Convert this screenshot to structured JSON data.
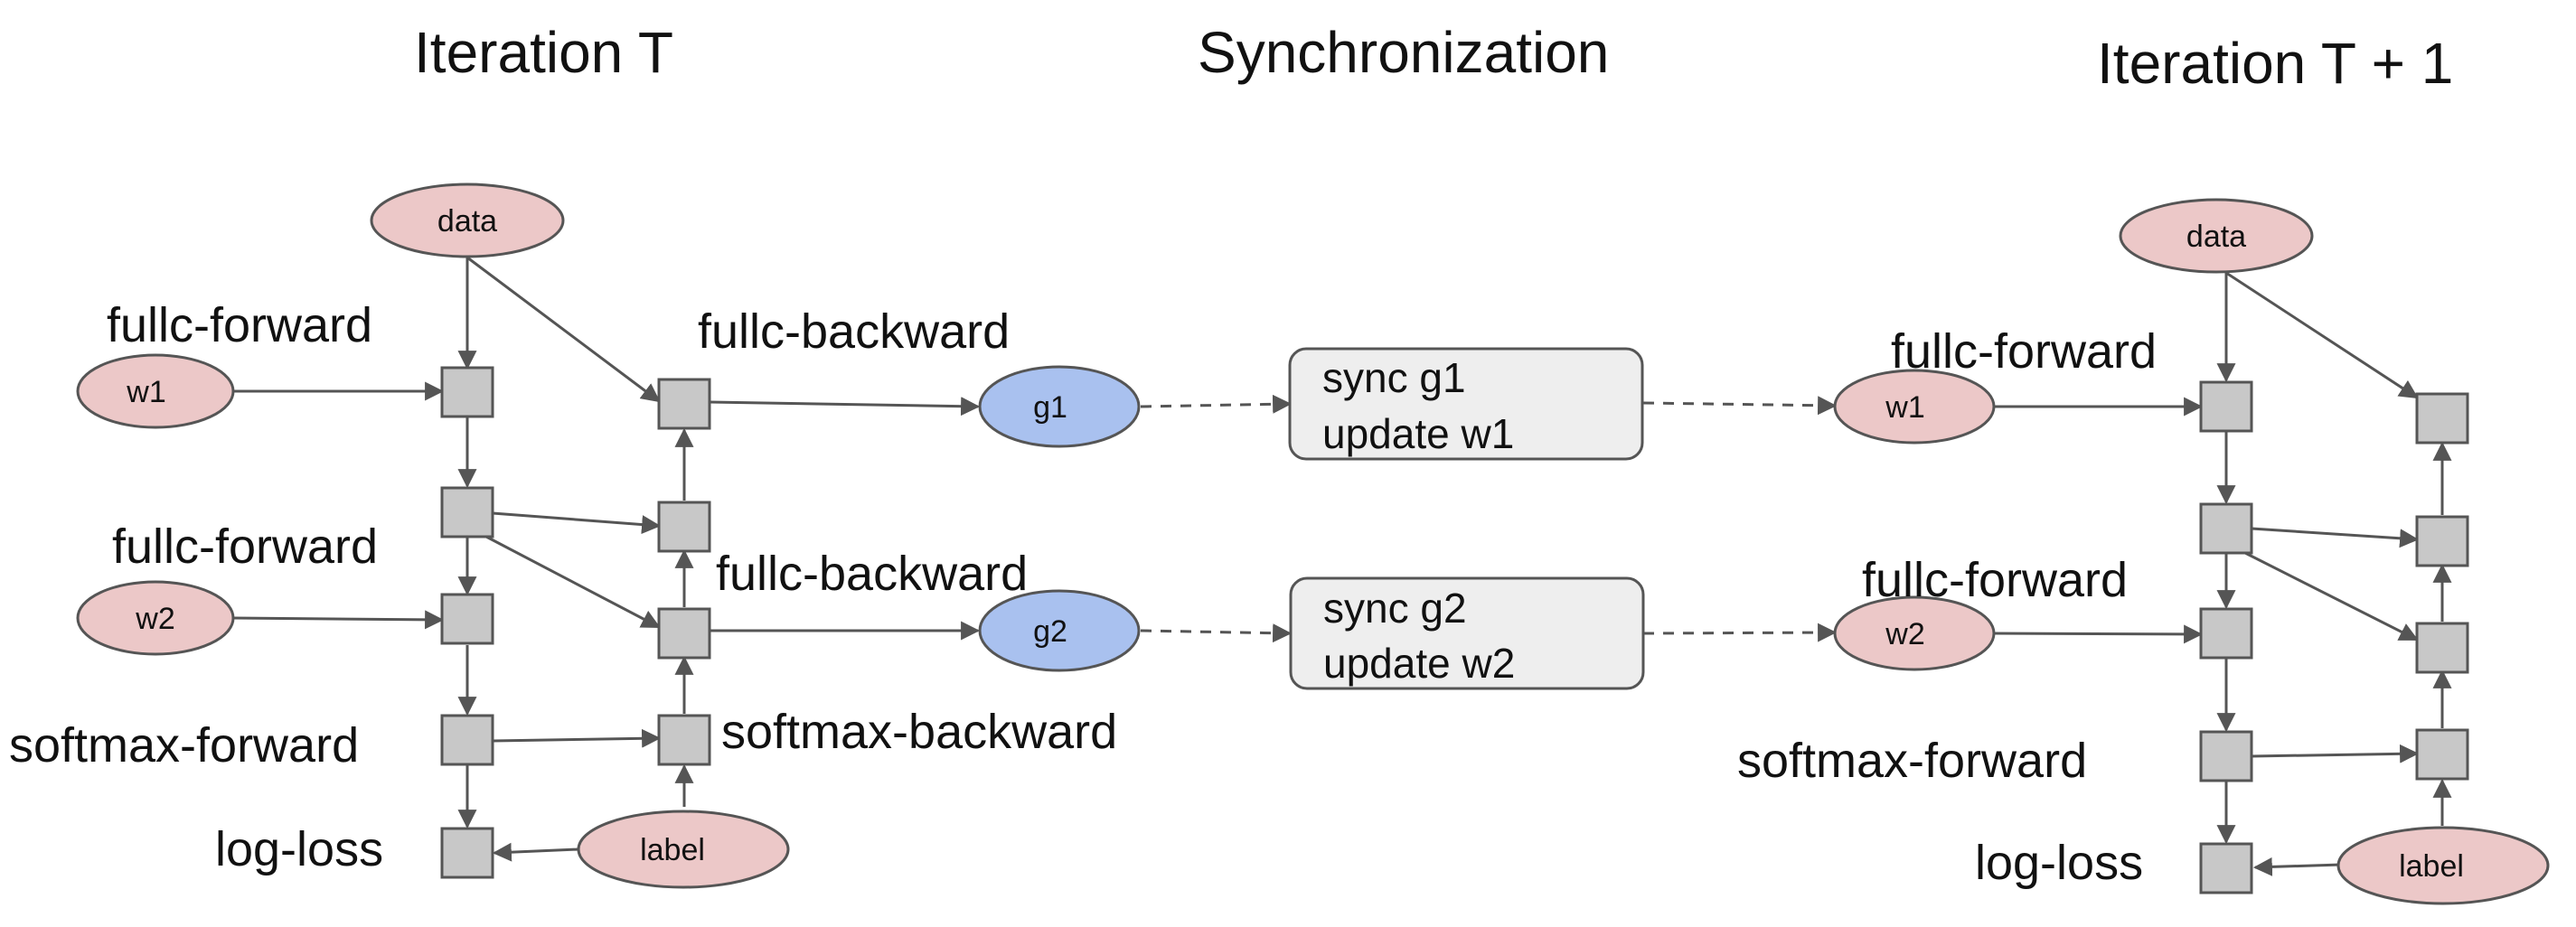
{
  "titles": {
    "iteration_t": "Iteration T",
    "synchronization": "Synchronization",
    "iteration_t1": "Iteration T + 1"
  },
  "labels": {
    "fullc_forward": "fullc-forward",
    "fullc_backward": "fullc-backward",
    "softmax_forward": "softmax-forward",
    "softmax_backward": "softmax-backward",
    "log_loss": "log-loss"
  },
  "nodes": {
    "data": "data",
    "w1": "w1",
    "w2": "w2",
    "g1": "g1",
    "g2": "g2",
    "label": "label"
  },
  "sync": {
    "g1_line1": "sync g1",
    "g1_line2": "update w1",
    "g2_line1": "sync g2",
    "g2_line2": "update w2"
  },
  "colors": {
    "variable_node": "#ecc8c8",
    "gradient_node": "#a9c1ef",
    "operator_node": "#c8c8c8",
    "sync_box": "#eeeeee",
    "edge": "#555555"
  }
}
